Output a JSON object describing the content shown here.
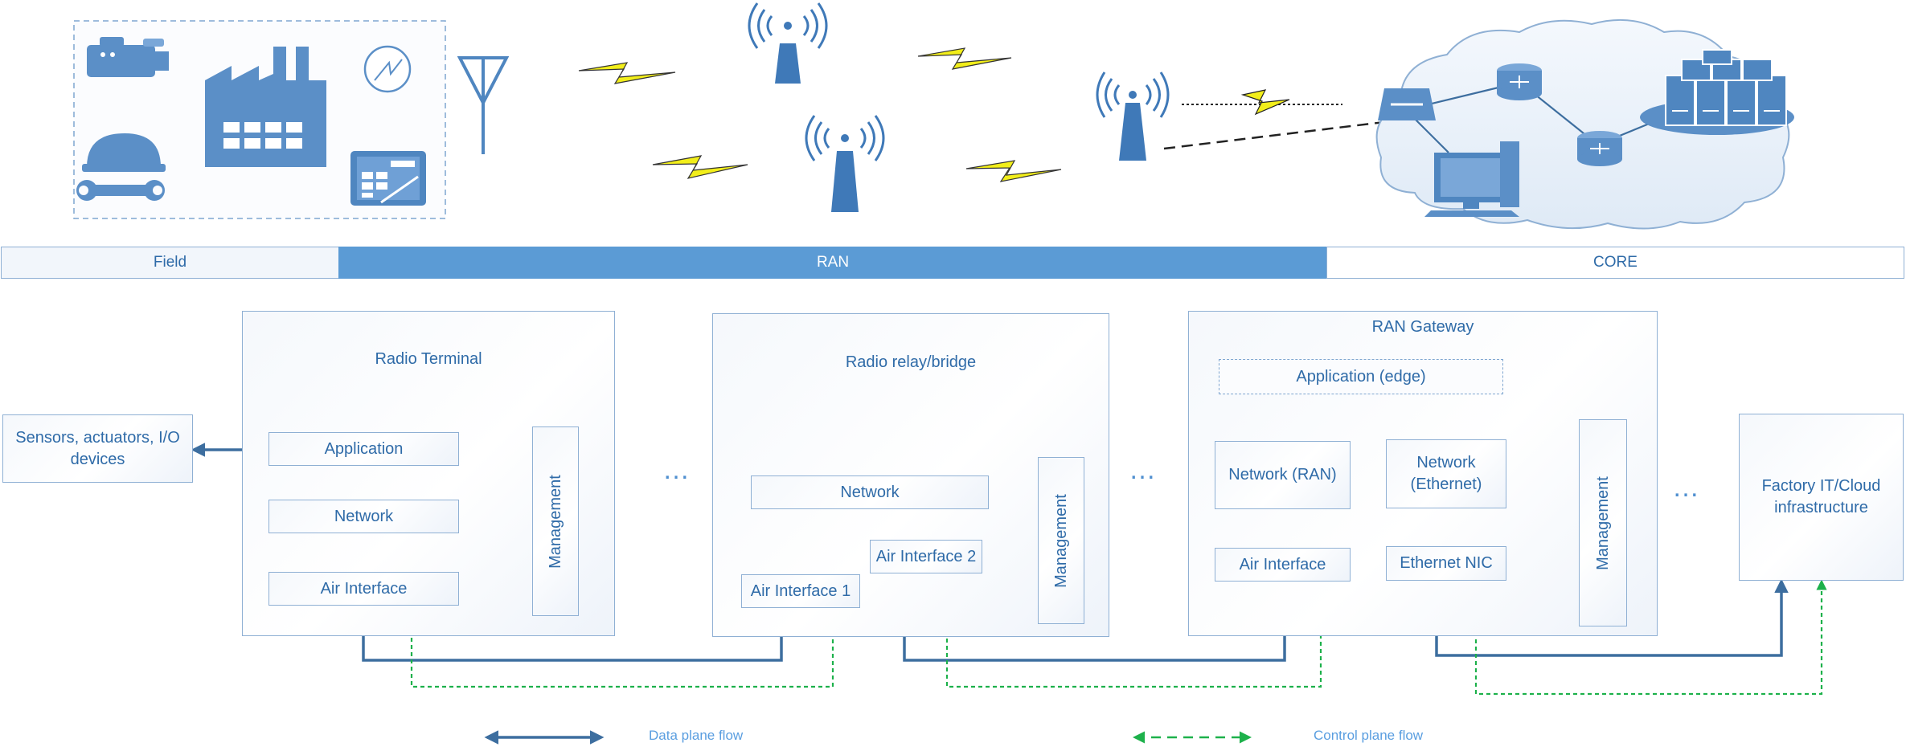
{
  "bands": {
    "field": "Field",
    "ran": "RAN",
    "core": "CORE"
  },
  "sensors": "Sensors, actuators, I/O devices",
  "factory": "Factory IT/Cloud infrastructure",
  "terminal": {
    "title": "Radio Terminal",
    "application": "Application",
    "network": "Network",
    "air": "Air Interface",
    "management": "Management"
  },
  "relay": {
    "title": "Radio relay/bridge",
    "network": "Network",
    "air1": "Air Interface 1",
    "air2": "Air Interface 2",
    "management": "Management"
  },
  "gateway": {
    "title": "RAN Gateway",
    "application": "Application (edge)",
    "network_ran": "Network (RAN)",
    "network_eth": "Network (Ethernet)",
    "air": "Air Interface",
    "eth_nic": "Ethernet NIC",
    "management": "Management"
  },
  "ellipsis": "…",
  "legend": {
    "data": "Data plane flow",
    "control": "Control plane flow"
  },
  "colors": {
    "data": "#3d6e9f",
    "control": "#1db14b",
    "icon": "#4f86c0",
    "accent": "#5b9bd5",
    "bolt": "#f2ee1a"
  }
}
